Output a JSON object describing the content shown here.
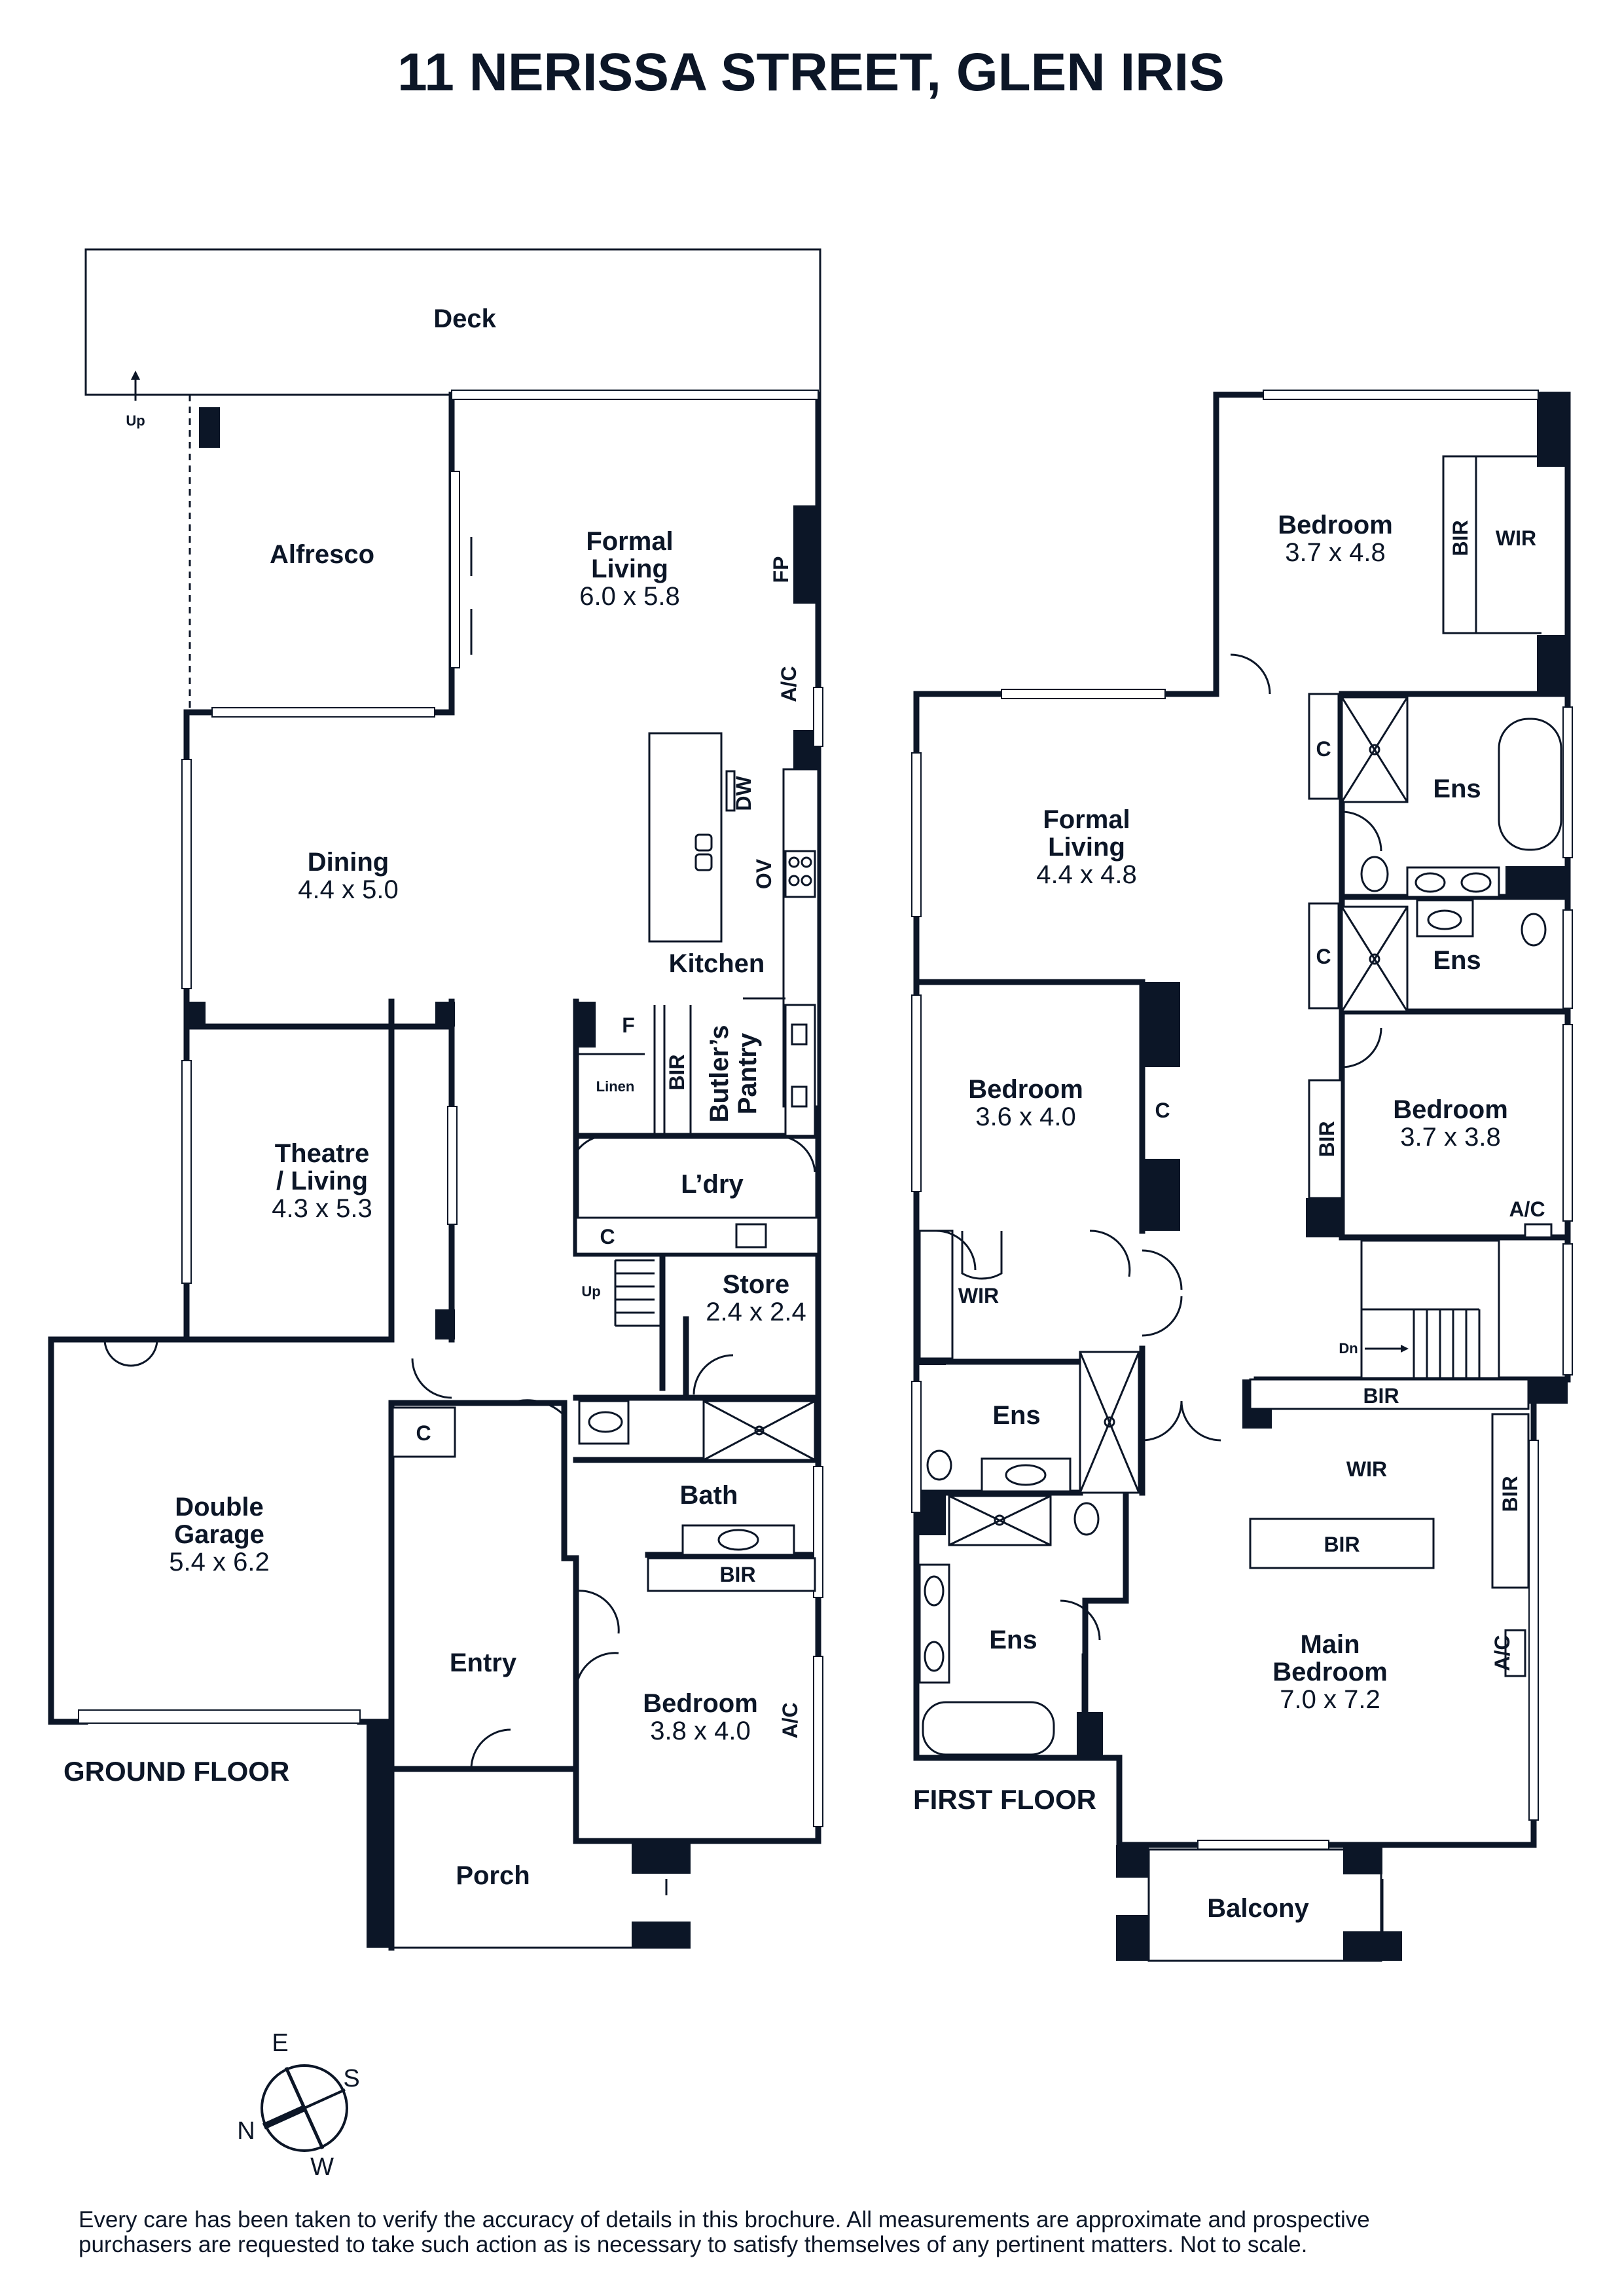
{
  "title": "11 NERISSA STREET, GLEN IRIS",
  "ground_floor": {
    "label": "GROUND FLOOR",
    "deck": "Deck",
    "up_deck": "Up",
    "alfresco": "Alfresco",
    "formal_living": {
      "name_line1": "Formal",
      "name_line2": "Living",
      "dim": "6.0 x 5.8"
    },
    "fp": "FP",
    "ac_living": "A/C",
    "dw": "DW",
    "ov": "OV",
    "kitchen": "Kitchen",
    "dining": {
      "name": "Dining",
      "dim": "4.4 x 5.0"
    },
    "fridge": "F",
    "linen": "Linen",
    "bir_pantry": "BIR",
    "butlers_pantry_line1": "Butler’s",
    "butlers_pantry_line2": "Pantry",
    "theatre": {
      "name_line1": "Theatre",
      "name_line2": "/ Living",
      "dim": "4.3 x 5.3"
    },
    "laundry": "L’dry",
    "c_laundry": "C",
    "up_stairs": "Up",
    "store": {
      "name": "Store",
      "dim": "2.4 x 2.4"
    },
    "double_garage": {
      "name_line1": "Double",
      "name_line2": "Garage",
      "dim": "5.4 x 6.2"
    },
    "c_entry": "C",
    "entry": "Entry",
    "bath": "Bath",
    "bir_bed": "BIR",
    "bedroom": {
      "name": "Bedroom",
      "dim": "3.8 x 4.0"
    },
    "ac_bed": "A/C",
    "porch": "Porch"
  },
  "first_floor": {
    "label": "FIRST FLOOR",
    "bedroom_nw": {
      "name": "Bedroom",
      "dim": "3.7 x 4.8"
    },
    "bir_nw": "BIR",
    "wir_nw": "WIR",
    "c_ens1": "C",
    "ens1": "Ens",
    "c_ens2": "C",
    "ens2": "Ens",
    "formal_living": {
      "name_line1": "Formal",
      "name_line2": "Living",
      "dim": "4.4 x 4.8"
    },
    "bedroom_mid": {
      "name": "Bedroom",
      "dim": "3.6 x 4.0"
    },
    "c_bed_mid": "C",
    "bedroom_e": {
      "name": "Bedroom",
      "dim": "3.7 x 3.8"
    },
    "bir_bed_e": "BIR",
    "ac_bed_e": "A/C",
    "wir_mid": "WIR",
    "ens_mid": "Ens",
    "dn": "Dn",
    "bir_landing": "BIR",
    "wir_main": "WIR",
    "bir_main_center": "BIR",
    "bir_main_side": "BIR",
    "ens_main": "Ens",
    "main_bedroom": {
      "name_line1": "Main",
      "name_line2": "Bedroom",
      "dim": "7.0 x 7.2"
    },
    "ac_main": "A/C",
    "balcony": "Balcony"
  },
  "compass": {
    "n": "N",
    "e": "E",
    "s": "S",
    "w": "W"
  },
  "disclaimer": {
    "line1": "Every care has been taken to verify the accuracy of details in this brochure. All measurements are approximate and prospective",
    "line2": "purchasers are requested to take such action as is necessary to satisfy themselves of any pertinent matters. Not to scale."
  }
}
